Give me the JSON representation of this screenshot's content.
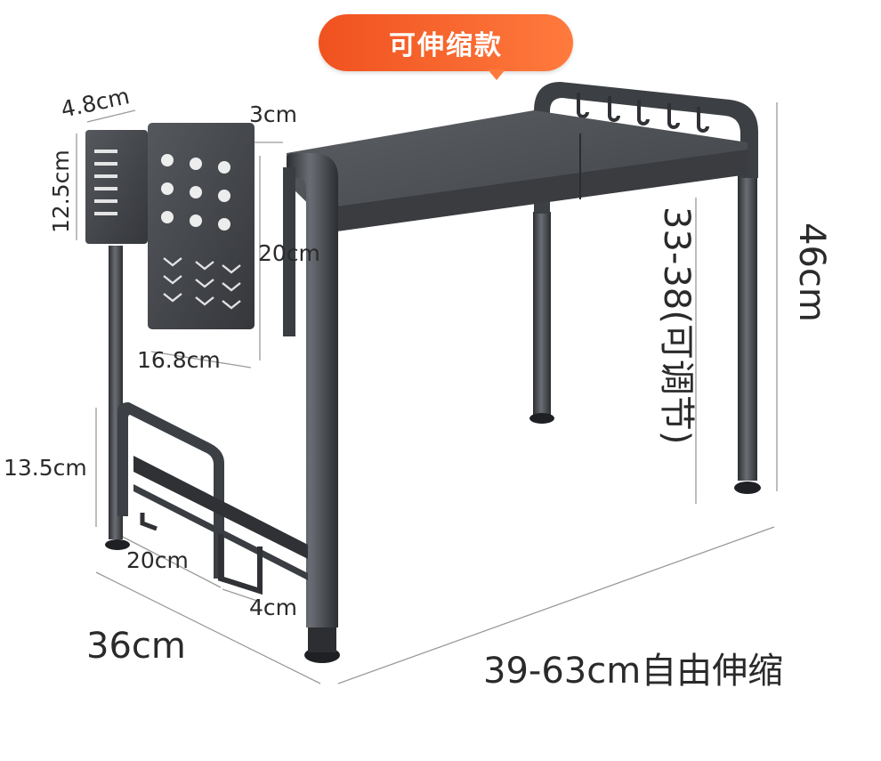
{
  "badge": {
    "text": "可伸缩款",
    "color": "#f0521f",
    "color2": "#ff7a3d"
  },
  "labels": {
    "organizer_width": "4.8cm",
    "organizer_height": "12.5cm",
    "board_gap": "3cm",
    "board_height": "20cm",
    "board_width": "16.8cm",
    "rack_height": "13.5cm",
    "rack_depth": "20cm",
    "rack_slot": "4cm",
    "shelf_depth": "36cm",
    "shelf_width": "39-63cm自由伸缩",
    "shelf_height": "46cm",
    "leg_height": "33-38(可调节)"
  },
  "colors": {
    "metal": "#4a4d52",
    "metal_dark": "#2e3034",
    "metal_light": "#6c7076",
    "dim_line": "#9a9a9a"
  }
}
